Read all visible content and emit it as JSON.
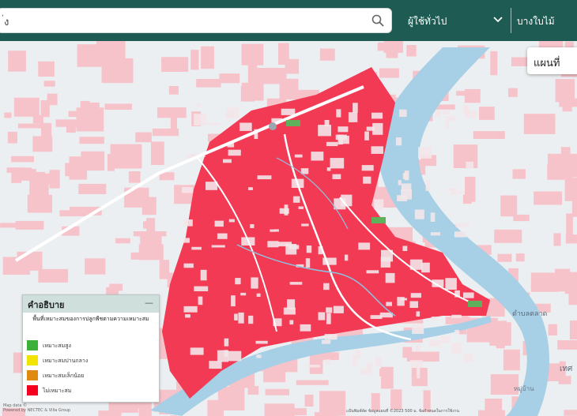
{
  "search": {
    "value": "่ง"
  },
  "user_select": {
    "label": "ผู้ใช้ทั่วไป"
  },
  "region": {
    "label": "บางใบไม้"
  },
  "map_type": {
    "label": "แผนที่"
  },
  "legend": {
    "title": "คำอธิบาย",
    "minimize": "—",
    "subtitle": "พื้นที่เหมาะสมของการปลูกพืชตามความเหมาะสม",
    "items": [
      {
        "label": "เหมาะสมสูง",
        "color": "#3cb13a"
      },
      {
        "label": "เหมาะสมปานกลาง",
        "color": "#f2e400"
      },
      {
        "label": "เหมาะสมเล็กน้อย",
        "color": "#e08a12"
      },
      {
        "label": "ไม่เหมาะสม",
        "color": "#f5001f"
      }
    ]
  },
  "map": {
    "place_labels": [
      "ตำบลตลาด",
      "หมู่บ้าน",
      "เทศ"
    ],
    "attribution_left": [
      "Map data ©",
      "Powered by NECTEC & Villa Group"
    ],
    "attribution_right": "แป้นพิมพ์ลัด   ข้อมูลแผนที่ ©2023   500 ม.   ข้อกำหนดในการใช้งาน"
  },
  "colors": {
    "unsuitable": "#f23a55",
    "faint_unsuitable": "#f7c3ca",
    "river": "#a7cfe6",
    "road": "#ffffff",
    "land": "#eceff1"
  }
}
